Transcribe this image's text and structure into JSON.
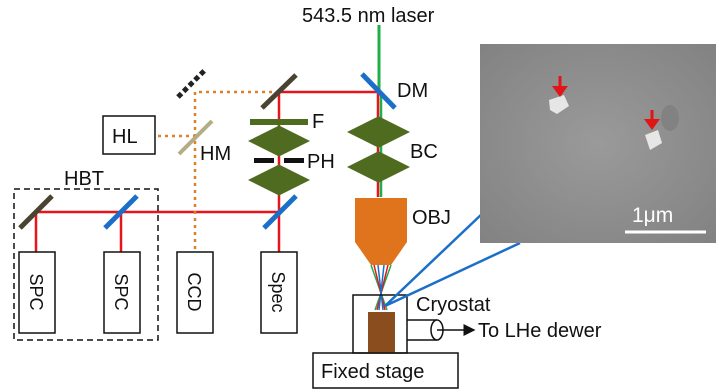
{
  "labels": {
    "laser": "543.5 nm laser",
    "dm": "DM",
    "hl": "HL",
    "hm": "HM",
    "f": "F",
    "ph": "PH",
    "bc": "BC",
    "hbt": "HBT",
    "obj": "OBJ",
    "cryostat": "Cryostat",
    "lhe": "To LHe dewer",
    "stage": "Fixed stage",
    "spc1": "SPC",
    "spc2": "SPC",
    "ccd": "CCD",
    "spec": "Spec",
    "scale": "1μm"
  },
  "colors": {
    "laser": "#1fae48",
    "signal": "#e8141c",
    "imaging": "#d9822b",
    "mirror": "#4b4331",
    "dichroic": "#1c6fc9",
    "optic": "#4e6b1f",
    "objective": "#e0741c",
    "sample": "#8a4d1e",
    "sem_bg": "#8d8d8d",
    "marker": "#e01515",
    "fiber": "#1c6fc9"
  }
}
